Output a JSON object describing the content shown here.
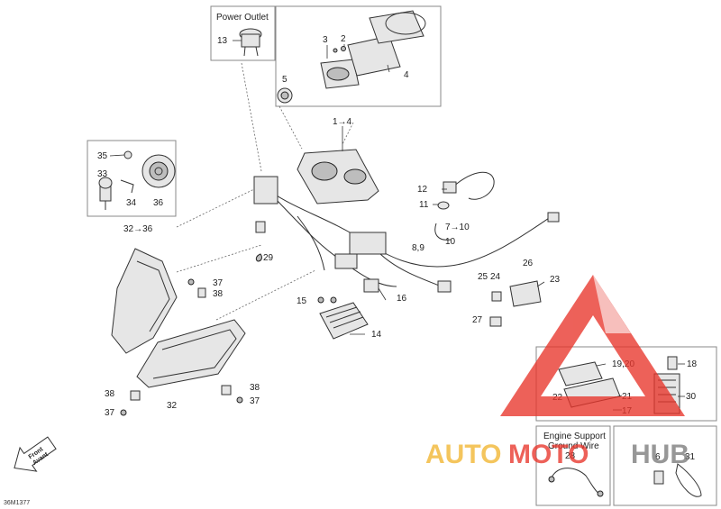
{
  "boxes": {
    "power_outlet_title": "Power Outlet",
    "engine_support_title_1": "Engine Support",
    "engine_support_title_2": "Ground Wire"
  },
  "callouts": [
    {
      "id": "c13",
      "text": "13"
    },
    {
      "id": "c3",
      "text": "3"
    },
    {
      "id": "c2",
      "text": "2"
    },
    {
      "id": "c5",
      "text": "5"
    },
    {
      "id": "c4",
      "text": "4"
    },
    {
      "id": "c1to4",
      "text": "1→4"
    },
    {
      "id": "c35",
      "text": "35"
    },
    {
      "id": "c33",
      "text": "33"
    },
    {
      "id": "c34",
      "text": "34"
    },
    {
      "id": "c36",
      "text": "36"
    },
    {
      "id": "c32to36",
      "text": "32→36"
    },
    {
      "id": "c29",
      "text": "29"
    },
    {
      "id": "c12",
      "text": "12"
    },
    {
      "id": "c11",
      "text": "11"
    },
    {
      "id": "c7to10",
      "text": "7→10"
    },
    {
      "id": "c10",
      "text": "10"
    },
    {
      "id": "c8_9",
      "text": "8,9"
    },
    {
      "id": "c37a",
      "text": "37"
    },
    {
      "id": "c38a",
      "text": "38"
    },
    {
      "id": "c15",
      "text": "15"
    },
    {
      "id": "c16",
      "text": "16"
    },
    {
      "id": "c14",
      "text": "14"
    },
    {
      "id": "c25",
      "text": "25"
    },
    {
      "id": "c24",
      "text": "24"
    },
    {
      "id": "c26",
      "text": "26"
    },
    {
      "id": "c23",
      "text": "23"
    },
    {
      "id": "c27",
      "text": "27"
    },
    {
      "id": "c19_20",
      "text": "19,20"
    },
    {
      "id": "c18",
      "text": "18"
    },
    {
      "id": "c21",
      "text": "21"
    },
    {
      "id": "c22",
      "text": "22"
    },
    {
      "id": "c30",
      "text": "30"
    },
    {
      "id": "c17",
      "text": "17"
    },
    {
      "id": "c38b",
      "text": "38"
    },
    {
      "id": "c38c",
      "text": "38"
    },
    {
      "id": "c32",
      "text": "32"
    },
    {
      "id": "c37b",
      "text": "37"
    },
    {
      "id": "c37c",
      "text": "37"
    },
    {
      "id": "c28",
      "text": "28"
    },
    {
      "id": "c6",
      "text": "6"
    },
    {
      "id": "c31",
      "text": "31"
    }
  ],
  "front_arrow": {
    "line1": "Front",
    "line2": "Avant"
  },
  "drawing_code": "36M1377",
  "watermark": {
    "left": "AUTO",
    "middle": "MOTO",
    "right": "HUB",
    "color_red": "#e8352b",
    "color_yellow": "#f2b630",
    "color_grey": "#7a7a7a"
  }
}
